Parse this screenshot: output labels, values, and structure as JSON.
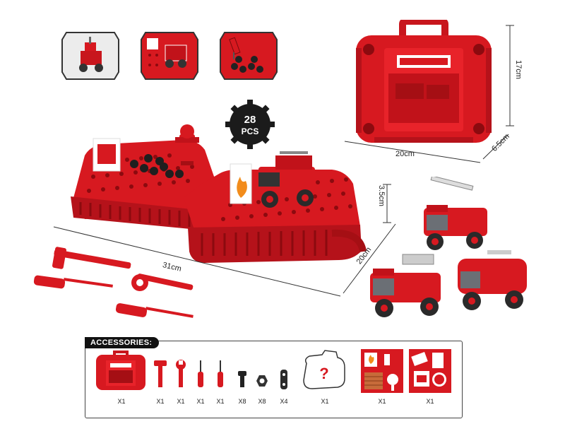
{
  "badge": {
    "line1": "28",
    "line2": "PCS"
  },
  "dimensions": {
    "case_height": "17cm",
    "case_width": "20cm",
    "case_depth": "6.5cm",
    "board_width": "31cm",
    "board_depth": "20cm",
    "board_height": "3.5cm"
  },
  "accessories": {
    "title": "ACCESSORIES:",
    "items": [
      {
        "icon": "case-icon",
        "qty": "X1"
      },
      {
        "icon": "hammer-icon",
        "qty": "X1"
      },
      {
        "icon": "wrench-icon",
        "qty": "X1"
      },
      {
        "icon": "flat-screwdriver-icon",
        "qty": "X1"
      },
      {
        "icon": "cross-screwdriver-icon",
        "qty": "X1"
      },
      {
        "icon": "bolt-icon",
        "qty": "X8"
      },
      {
        "icon": "nut-icon",
        "qty": "X8"
      },
      {
        "icon": "clamp-icon",
        "qty": "X4"
      },
      {
        "icon": "mystery-truck-icon",
        "qty": "X1"
      },
      {
        "icon": "fire-card-set-icon",
        "qty": "X1"
      },
      {
        "icon": "stop-sign-set-icon",
        "qty": "X1"
      }
    ]
  },
  "colors": {
    "primary_red": "#d71920",
    "dark_red": "#a50f14",
    "gray": "#6b6f75",
    "black": "#1b1b1b"
  }
}
